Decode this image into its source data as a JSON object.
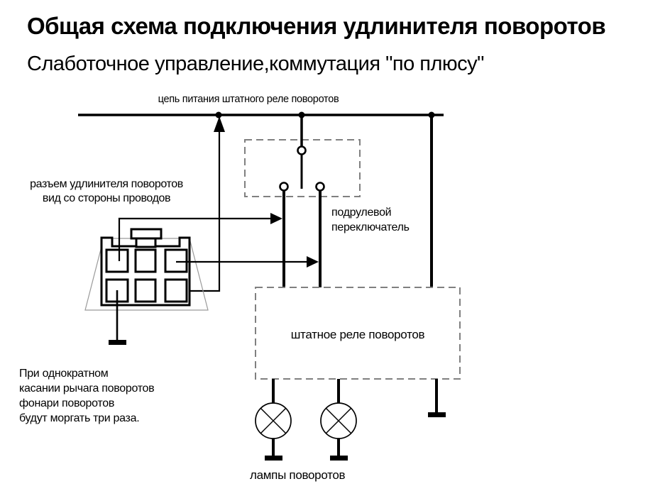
{
  "title": "Общая схема подключения удлинителя поворотов",
  "subtitle": "Слаботочное управление,коммутация \"по плюсу\"",
  "labels": {
    "bus": "цепь питания штатного реле поворотов",
    "connector_line1": "разъем удлинителя поворотов",
    "connector_line2": "вид со стороны проводов",
    "switch_line1": "подрулевой",
    "switch_line2": "переключатель",
    "relay": "штатное реле поворотов",
    "lamps": "лампы поворотов"
  },
  "note": {
    "line1": "При однократном",
    "line2": "касании рычага поворотов",
    "line3": "фонари поворотов",
    "line4": "будут моргать три раза."
  },
  "colors": {
    "wire": "#000000",
    "dashed_box": "#808080",
    "connector_shell_outline": "#9a9a9a",
    "background": "#ffffff"
  }
}
